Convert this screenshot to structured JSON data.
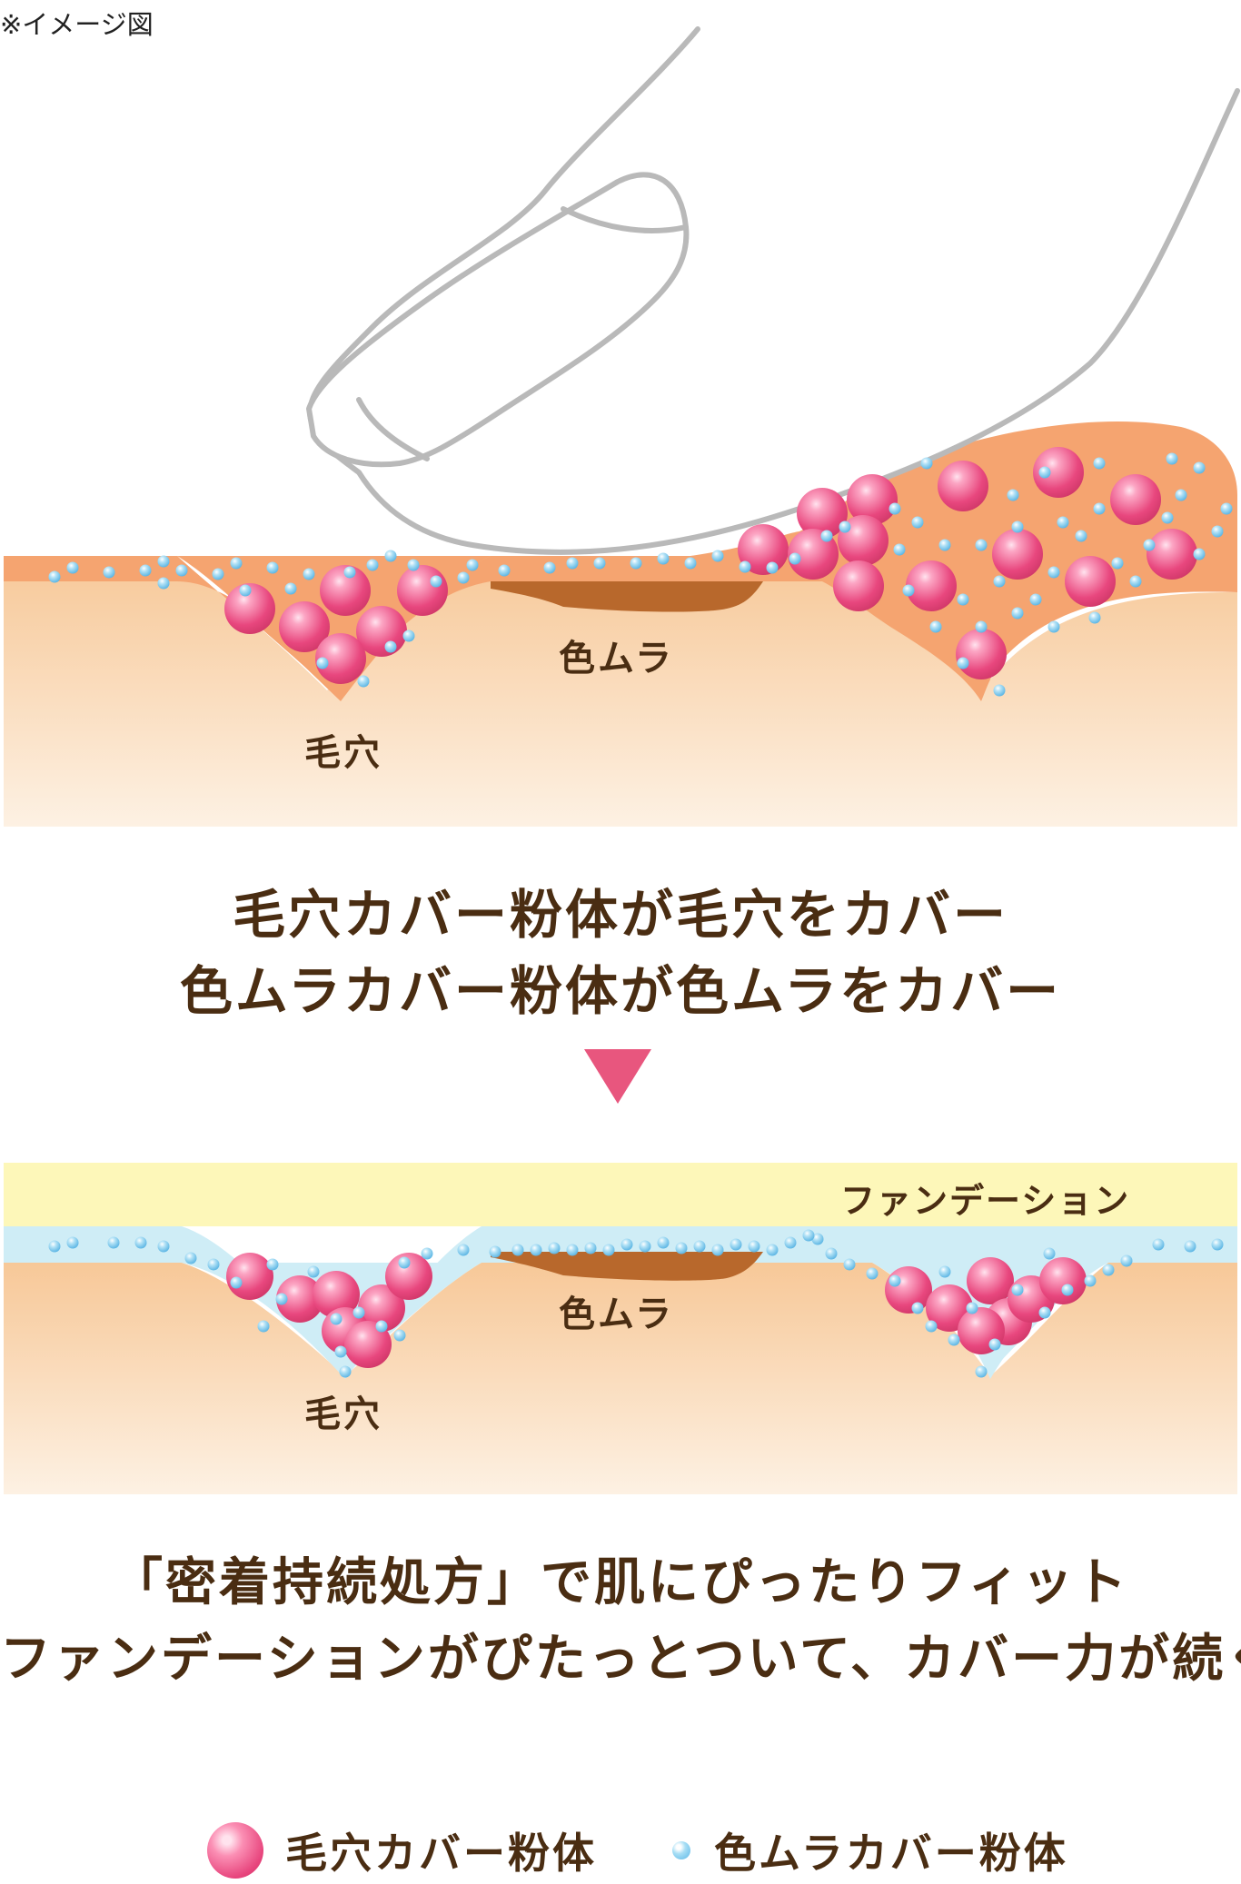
{
  "note": "※イメージ図",
  "labels": {
    "pore": "毛穴",
    "color_unevenness": "色ムラ",
    "foundation": "ファンデーション"
  },
  "captions": {
    "before": [
      "毛穴カバー粉体が毛穴をカバー",
      "色ムラカバー粉体が色ムラをカバー"
    ],
    "after": [
      "「密着持続処方」で肌にぴったりフィット",
      "ファンデーションがぴたっとついて、カバー力が続く"
    ]
  },
  "legend": {
    "pore_powder": "毛穴カバー粉体",
    "color_powder": "色ムラカバー粉体"
  },
  "colors": {
    "pore_powder": "#e7447c",
    "color_powder": "#5bb7e6",
    "foundation_before": "#f5a470",
    "foundation_after": "#fdf7b9",
    "film_after": "#cfedf6",
    "skin_top": "#f7c898",
    "skin_bottom": "#fdf1e3",
    "discoloration": "#b8682c",
    "text": "#4a2d12",
    "arrow": "#e8567e"
  }
}
